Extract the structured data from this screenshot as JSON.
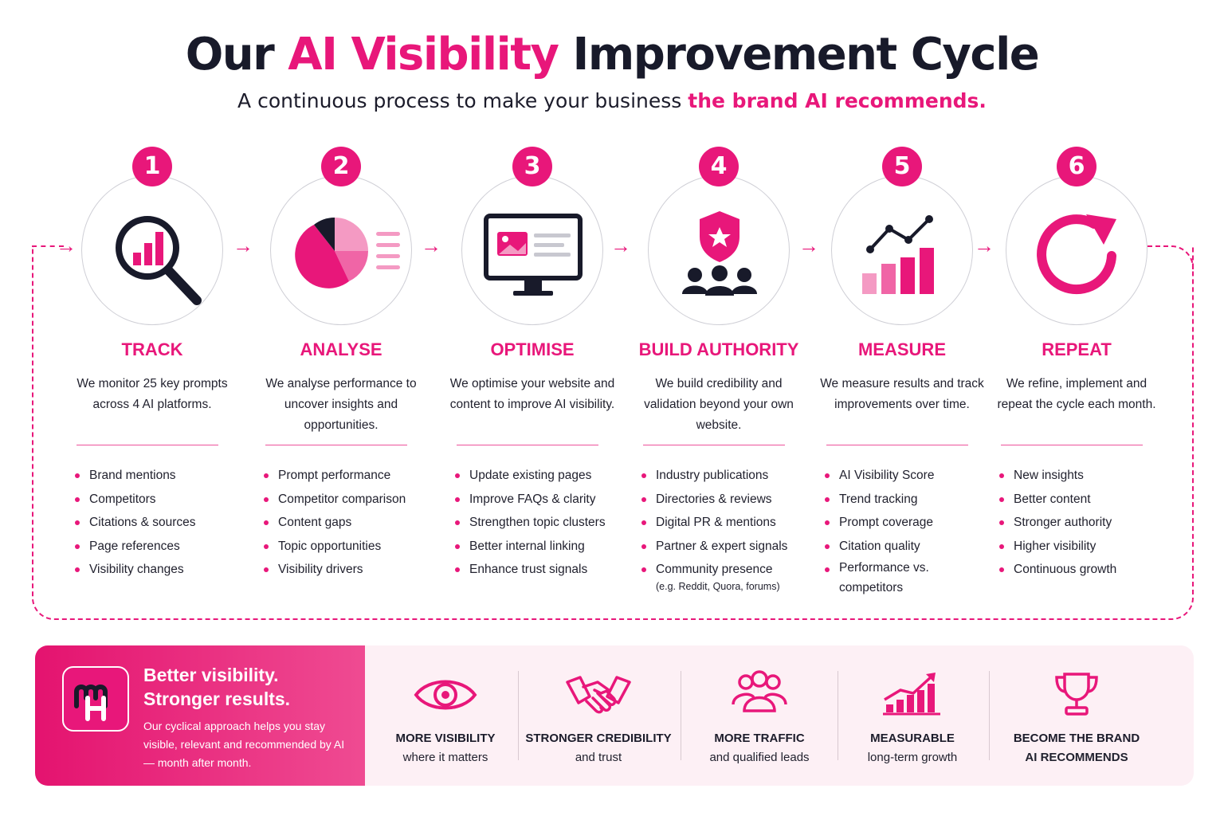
{
  "header": {
    "title_lead": "Our",
    "title_accent": "AI Visibility",
    "title_tail": "Improvement Cycle",
    "subtitle_lead": "A continuous process to make your business",
    "subtitle_accent": "the brand AI recommends."
  },
  "colors": {
    "accent": "#e8177a",
    "dark": "#181a2a",
    "footer_bg": "#fdf0f5"
  },
  "steps": [
    {
      "number": "1",
      "title": "TRACK",
      "icon": "magnifier-bar-chart-icon",
      "description": "We monitor 25 key prompts across 4 AI platforms.",
      "items": [
        "Brand mentions",
        "Competitors",
        "Citations & sources",
        "Page references",
        "Visibility changes"
      ]
    },
    {
      "number": "2",
      "title": "ANALYSE",
      "icon": "pie-chart-icon",
      "description": "We analyse performance to uncover insights and opportunities.",
      "items": [
        "Prompt performance",
        "Competitor comparison",
        "Content gaps",
        "Topic opportunities",
        "Visibility drivers"
      ]
    },
    {
      "number": "3",
      "title": "OPTIMISE",
      "icon": "monitor-content-icon",
      "description": "We optimise your website and content to improve AI visibility.",
      "items": [
        "Update existing pages",
        "Improve FAQs & clarity",
        "Strengthen topic clusters",
        "Better internal linking",
        "Enhance trust signals"
      ]
    },
    {
      "number": "4",
      "title": "BUILD AUTHORITY",
      "icon": "shield-people-icon",
      "description": "We build credibility and validation beyond your own website.",
      "items": [
        "Industry publications",
        "Directories & reviews",
        "Digital PR & mentions",
        "Partner & expert signals",
        "Community presence"
      ],
      "item_note": "(e.g. Reddit, Quora, forums)"
    },
    {
      "number": "5",
      "title": "MEASURE",
      "icon": "growth-chart-icon",
      "description": "We measure results and track improvements over time.",
      "items": [
        "AI Visibility Score",
        "Trend tracking",
        "Prompt coverage",
        "Citation quality",
        "Performance vs. competitors"
      ]
    },
    {
      "number": "6",
      "title": "REPEAT",
      "icon": "refresh-icon",
      "description": "We refine, implement and repeat the cycle each month.",
      "items": [
        "New insights",
        "Better content",
        "Stronger authority",
        "Higher visibility",
        "Continuous growth"
      ]
    }
  ],
  "footer": {
    "headline_1": "Better visibility.",
    "headline_2": "Stronger results.",
    "copy": "Our cyclical approach helps you stay visible, relevant and recommended by AI — month after month.",
    "benefits": [
      {
        "icon": "eye-icon",
        "title": "MORE VISIBILITY",
        "subtitle": "where it matters"
      },
      {
        "icon": "handshake-icon",
        "title": "STRONGER CREDIBILITY",
        "subtitle": "and trust"
      },
      {
        "icon": "people-group-icon",
        "title": "MORE TRAFFIC",
        "subtitle": "and qualified leads"
      },
      {
        "icon": "trend-up-icon",
        "title": "MEASURABLE",
        "subtitle": "long-term growth"
      },
      {
        "icon": "trophy-icon",
        "title": "BECOME THE BRAND",
        "subtitle": "AI RECOMMENDS"
      }
    ]
  }
}
